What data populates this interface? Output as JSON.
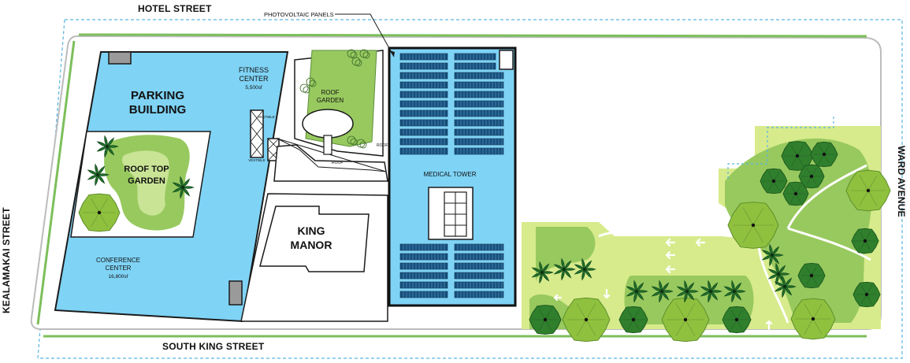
{
  "streets": {
    "north": "HOTEL STREET",
    "south": "SOUTH KING STREET",
    "west": "KEALAMAKAI STREET",
    "east": "WARD AVENUE"
  },
  "callout": "PHOTOVOLTAIC PANELS",
  "parking": {
    "title_1": "PARKING",
    "title_2": "BUILDING",
    "fitness_1": "FITNESS",
    "fitness_2": "CENTER",
    "fitness_area": "5,500sf",
    "garden_1": "ROOF TOP",
    "garden_2": "GARDEN",
    "conference_1": "CONFERENCE",
    "conference_2": "CENTER",
    "conference_area": "16,800sf"
  },
  "vestible": "VESTIBLE",
  "roof_garden_1": "ROOF",
  "roof_garden_2": "GARDEN",
  "roof": "ROOF",
  "medical_tower": "MEDICAL TOWER",
  "king_manor_1": "KING",
  "king_manor_2": "MANOR",
  "colors": {
    "building_blue": "#7fd3f5",
    "garden_green": "#98c95f",
    "park_lime": "#d7eb8c",
    "tree_dark": "#2f7f2d",
    "border_blue": "#5ab4e0"
  }
}
